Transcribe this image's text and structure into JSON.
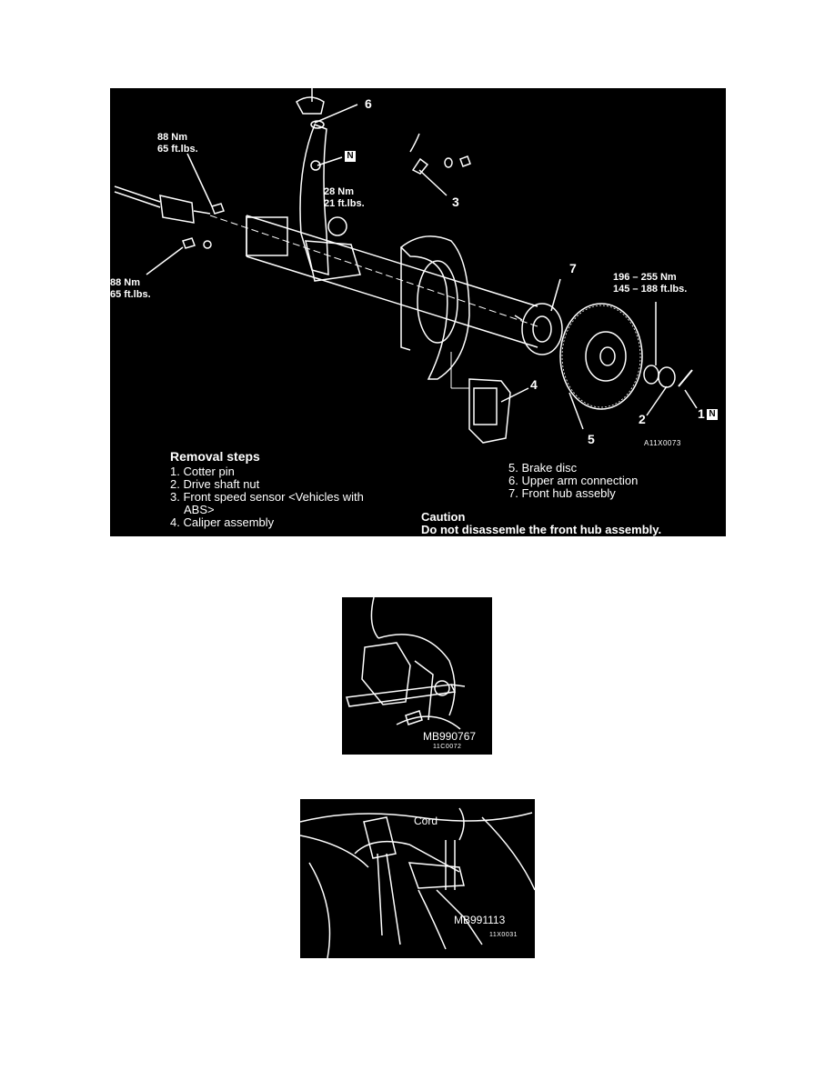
{
  "figures": {
    "main": {
      "callouts": [
        "1",
        "2",
        "3",
        "4",
        "5",
        "6",
        "7"
      ],
      "new_part_mark": "N",
      "torques": {
        "top_left": [
          "88 Nm",
          "65 ft.lbs."
        ],
        "mid_left": [
          "88 Nm",
          "65 ft.lbs."
        ],
        "center": [
          "28 Nm",
          "21 ft.lbs."
        ],
        "right": [
          "196 – 255 Nm",
          "145 – 188 ft.lbs."
        ]
      },
      "figure_code": "A11X0073",
      "removal": {
        "heading": "Removal steps",
        "steps_left": [
          "1. Cotter pin",
          "2. Drive shaft nut",
          "3. Front speed sensor <Vehicles with",
          "ABS>",
          "4. Caliper assembly"
        ],
        "steps_right": [
          "5. Brake disc",
          "6. Upper arm connection",
          "7. Front hub assebly"
        ]
      },
      "caution": {
        "title": "Caution",
        "text": "Do not disassemle the front hub assembly."
      }
    },
    "tool1": {
      "tool": "MB990767",
      "code": "11C0072"
    },
    "tool2": {
      "cord": "Cord",
      "tool": "MB991113",
      "code": "11X0031"
    }
  }
}
